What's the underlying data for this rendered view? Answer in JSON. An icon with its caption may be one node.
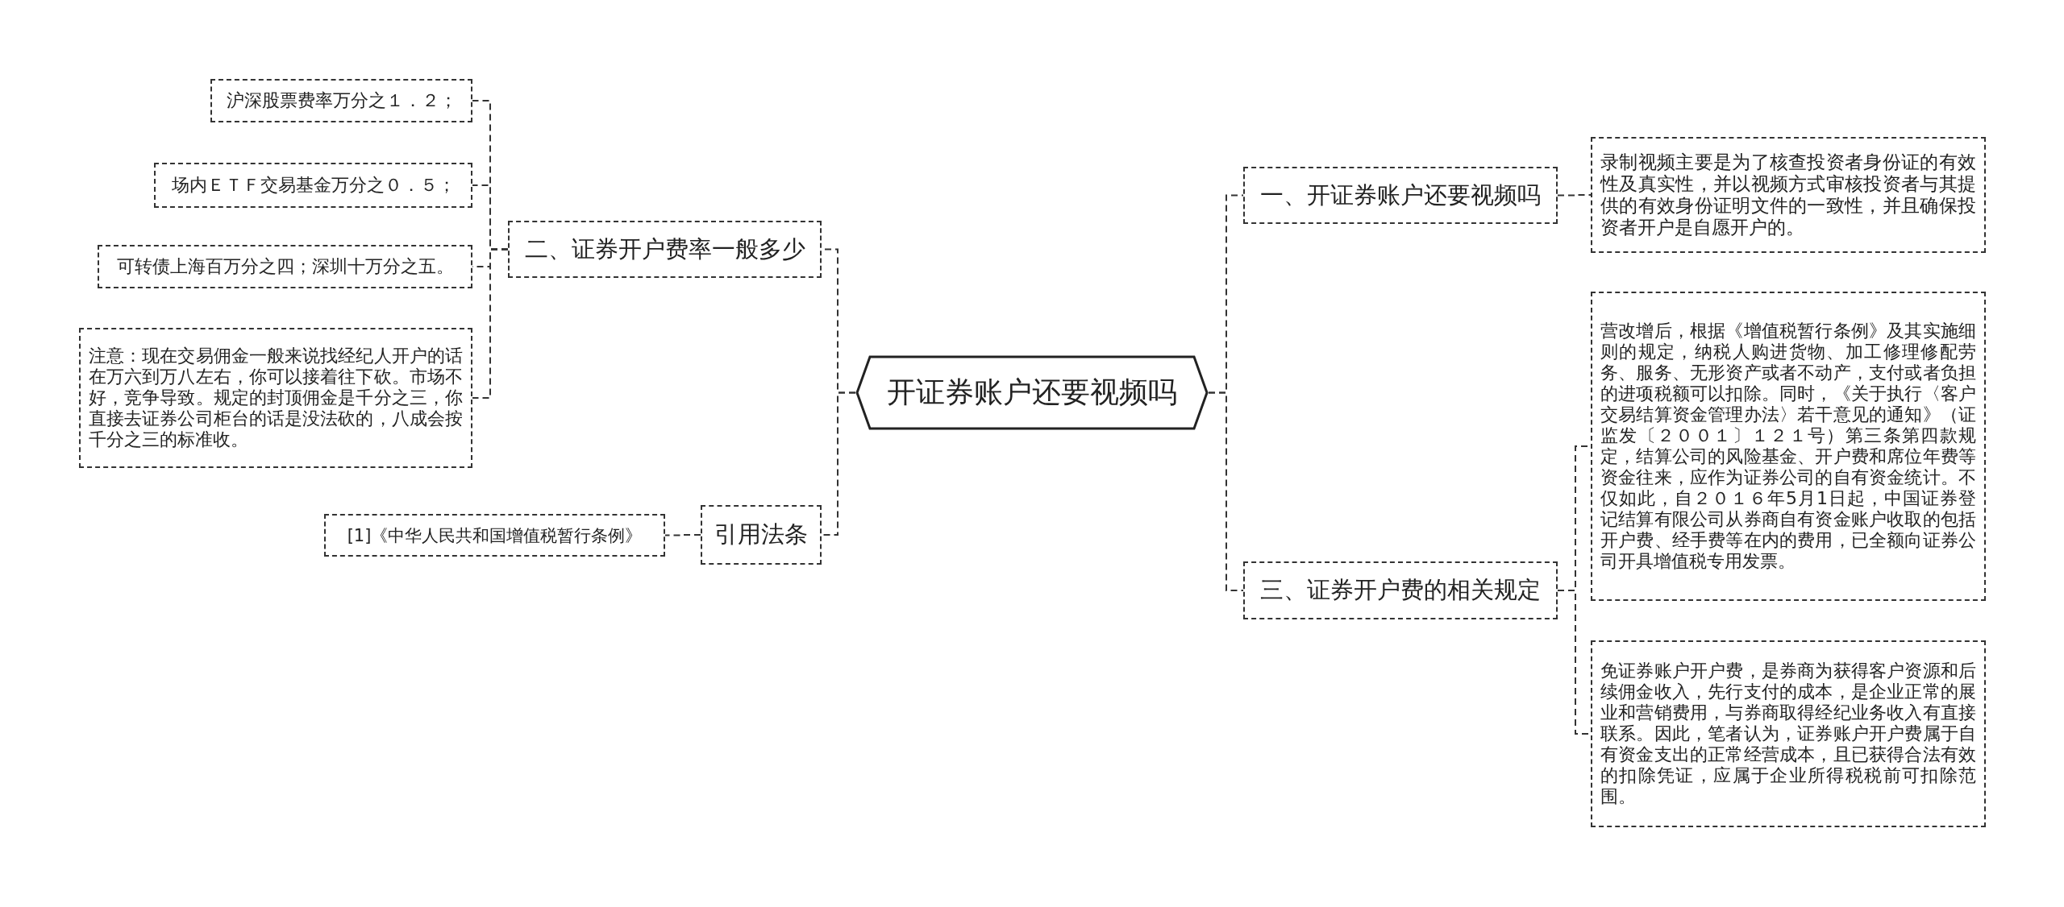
{
  "diagram": {
    "nodes": [
      {
        "text": [
          "开证券账户还要视频吗"
        ]
      },
      {
        "text": [
          "一、开证券账户还要视频吗"
        ]
      },
      {
        "text": [
          "录制视频主要是为了核查投资者身份证的有效性及真实性，并以视频方式审核投资者与其提供的有效身份证明文件的一致性，并且确保投资者开户是自愿开户的。"
        ]
      },
      {
        "text": [
          "三、证券开户费的相关规定"
        ]
      },
      {
        "text": [
          "营改增后，根据《增值税暂行条例》及其实施细则的规定，纳税人购进货物、加工修理修配劳务、服务、无形资产或者不动产，支付或者负担的进项税额可以扣除。同时，《关于执行〈客户交易结算资金管理办法〉若干意见的通知》（证监发〔２００１〕１２１号）第三条第四款规定，结算公司的风险基金、开户费和席位年费等资金往来，应作为证券公司的自有资金统计。不仅如此，自２０１６年5月1日起，中国证券登记结算有限公司从券商自有资金账户收取的包括开户费、经手费等在内的费用，已全额向证券公司开具增值税专用发票。"
        ]
      },
      {
        "text": [
          "免证券账户开户费，是券商为获得客户资源和后续佣金收入，先行支付的成本，是企业正常的展业和营销费用，与券商取得经纪业务收入有直接联系。因此，笔者认为，证券账户开户费属于自有资金支出的正常经营成本，且已获得合法有效的扣除凭证，应属于企业所得税税前可扣除范围。"
        ]
      },
      {
        "text": [
          "二、证券开户费率一般多少"
        ]
      },
      {
        "text": [
          "沪深股票费率万分之１．２；"
        ]
      },
      {
        "text": [
          "场内ＥＴＦ交易基金万分之０．５；"
        ]
      },
      {
        "text": [
          "可转债上海百万分之四；深圳十万分之五。"
        ]
      },
      {
        "text": [
          "注意：现在交易佣金一般来说找经纪人开户的话在万六到万八左右，你可以接着往下砍。市场不好，竞争导致。规定的封顶佣金是千分之三，你直接去证券公司柜台的话是没法砍的，八成会按千分之三的标准收。"
        ]
      },
      {
        "text": [
          "引用法条"
        ]
      },
      {
        "text": [
          "[1]《中华人民共和国增值税暂行条例》"
        ]
      }
    ],
    "edges": [
      {
        "from": 0,
        "to": 1,
        "arrow": "none"
      },
      {
        "from": 1,
        "to": 2,
        "arrow": "none"
      },
      {
        "from": 0,
        "to": 3,
        "arrow": "none"
      },
      {
        "from": 3,
        "to": 4,
        "arrow": "none"
      },
      {
        "from": 3,
        "to": 5,
        "arrow": "none"
      },
      {
        "from": 0,
        "to": 6,
        "arrow": "none"
      },
      {
        "from": 6,
        "to": 7,
        "arrow": "none"
      },
      {
        "from": 6,
        "to": 8,
        "arrow": "none"
      },
      {
        "from": 6,
        "to": 9,
        "arrow": "none"
      },
      {
        "from": 6,
        "to": 10,
        "arrow": "none"
      },
      {
        "from": 0,
        "to": 11,
        "arrow": "none"
      },
      {
        "from": 11,
        "to": 12,
        "arrow": "none"
      }
    ]
  }
}
